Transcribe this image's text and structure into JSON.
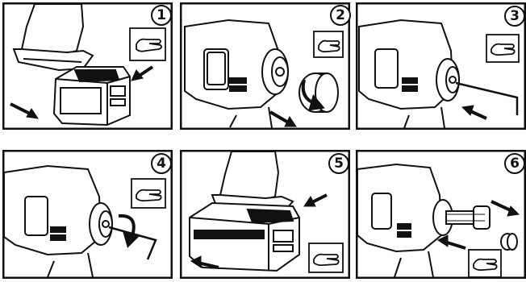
{
  "steps": [
    {
      "number": "1",
      "action": "remove-battery"
    },
    {
      "number": "2",
      "action": "unscrew-cap"
    },
    {
      "number": "3",
      "action": "insert-hex-key"
    },
    {
      "number": "4",
      "action": "turn-hex-key"
    },
    {
      "number": "5",
      "action": "insert-battery"
    },
    {
      "number": "6",
      "action": "remove-chuck"
    }
  ],
  "icons": {
    "hand": "hand-icon",
    "arrow": "arrow-icon",
    "rotate": "rotate-arrow-icon",
    "hex_key": "hex-key-icon"
  },
  "colors": {
    "line": "#111111",
    "background": "#ffffff"
  }
}
